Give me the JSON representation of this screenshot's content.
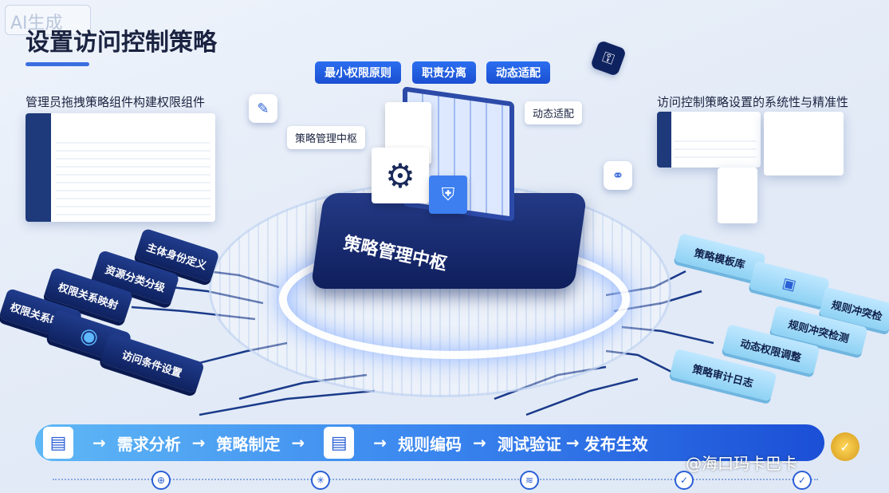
{
  "watermark_top": "AI生成",
  "title": "设置访问控制策略",
  "principles": [
    "最小权限原则",
    "职责分离",
    "动态适配"
  ],
  "floating_tags": {
    "dynamic": "动态适配",
    "hub_tag": "策略管理中枢"
  },
  "hub_label": "策略管理中枢",
  "left_panel_caption": "管理员拖拽策略组件构建权限组件",
  "right_panel_caption": "访问控制策略设置的系统性与精准性",
  "left_cards": [
    "主体身份定义",
    "资源分类分级",
    "权限关系映射",
    "权限关系映射",
    "访问条件设置"
  ],
  "right_cards": [
    "策略模板库",
    "规则冲突检",
    "规则冲突检测",
    "动态权限调整",
    "策略审计日志"
  ],
  "flow_steps": [
    "需求分析",
    "策略制定",
    "规则编码",
    "测试验证",
    "发布生效"
  ],
  "flow_arrow": "→",
  "watermark_bottom": "@海口玛卡巴卡",
  "colors": {
    "primary": "#2a5fd6",
    "dark_card": "#0f2260",
    "light_card": "#8fd2f4"
  }
}
